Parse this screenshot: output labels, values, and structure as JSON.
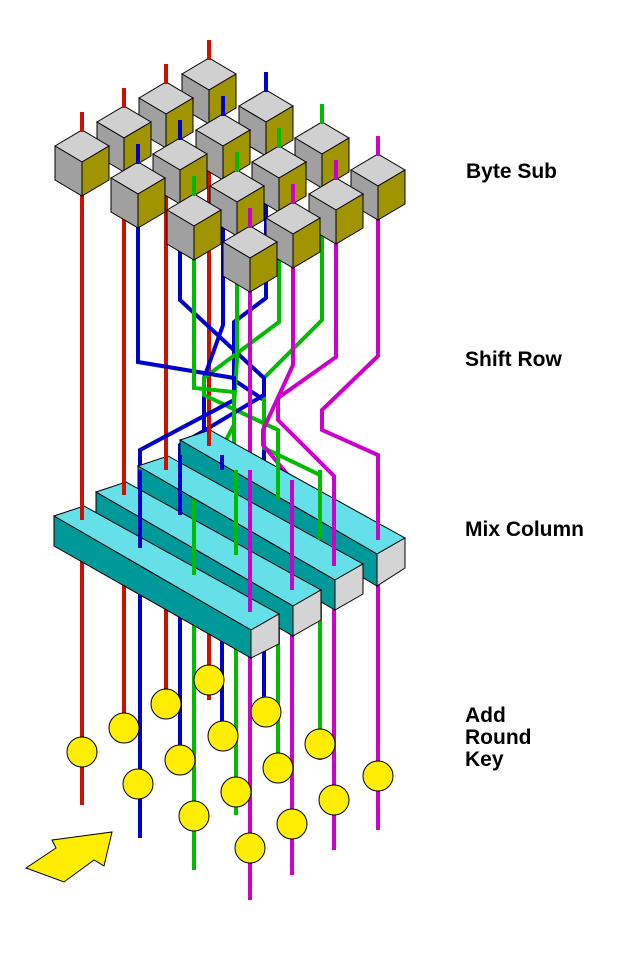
{
  "labels": {
    "byte_sub": "Byte Sub",
    "shift_row": "Shift Row",
    "mix_column": "Mix Column",
    "add_round_key": [
      "Add",
      "Round",
      "Key"
    ]
  },
  "colors": {
    "row0_wire": "#cc1100",
    "row1_wire": "#0000cc",
    "row2_wire": "#00bb00",
    "row3_wire": "#cc00cc",
    "cube_top": "#d0d0d0",
    "cube_front": "#a0a0a0",
    "cube_side": "#a09400",
    "mix_top": "#66e0e8",
    "mix_front": "#009999",
    "mix_end": "#d4d4d4",
    "key_ball": "#ffee00",
    "arrow": "#ffee00",
    "outline": "#000000"
  },
  "icons": [
    "byte-sub-cube",
    "mix-column-bar",
    "round-key-ball",
    "input-arrow-icon"
  ]
}
